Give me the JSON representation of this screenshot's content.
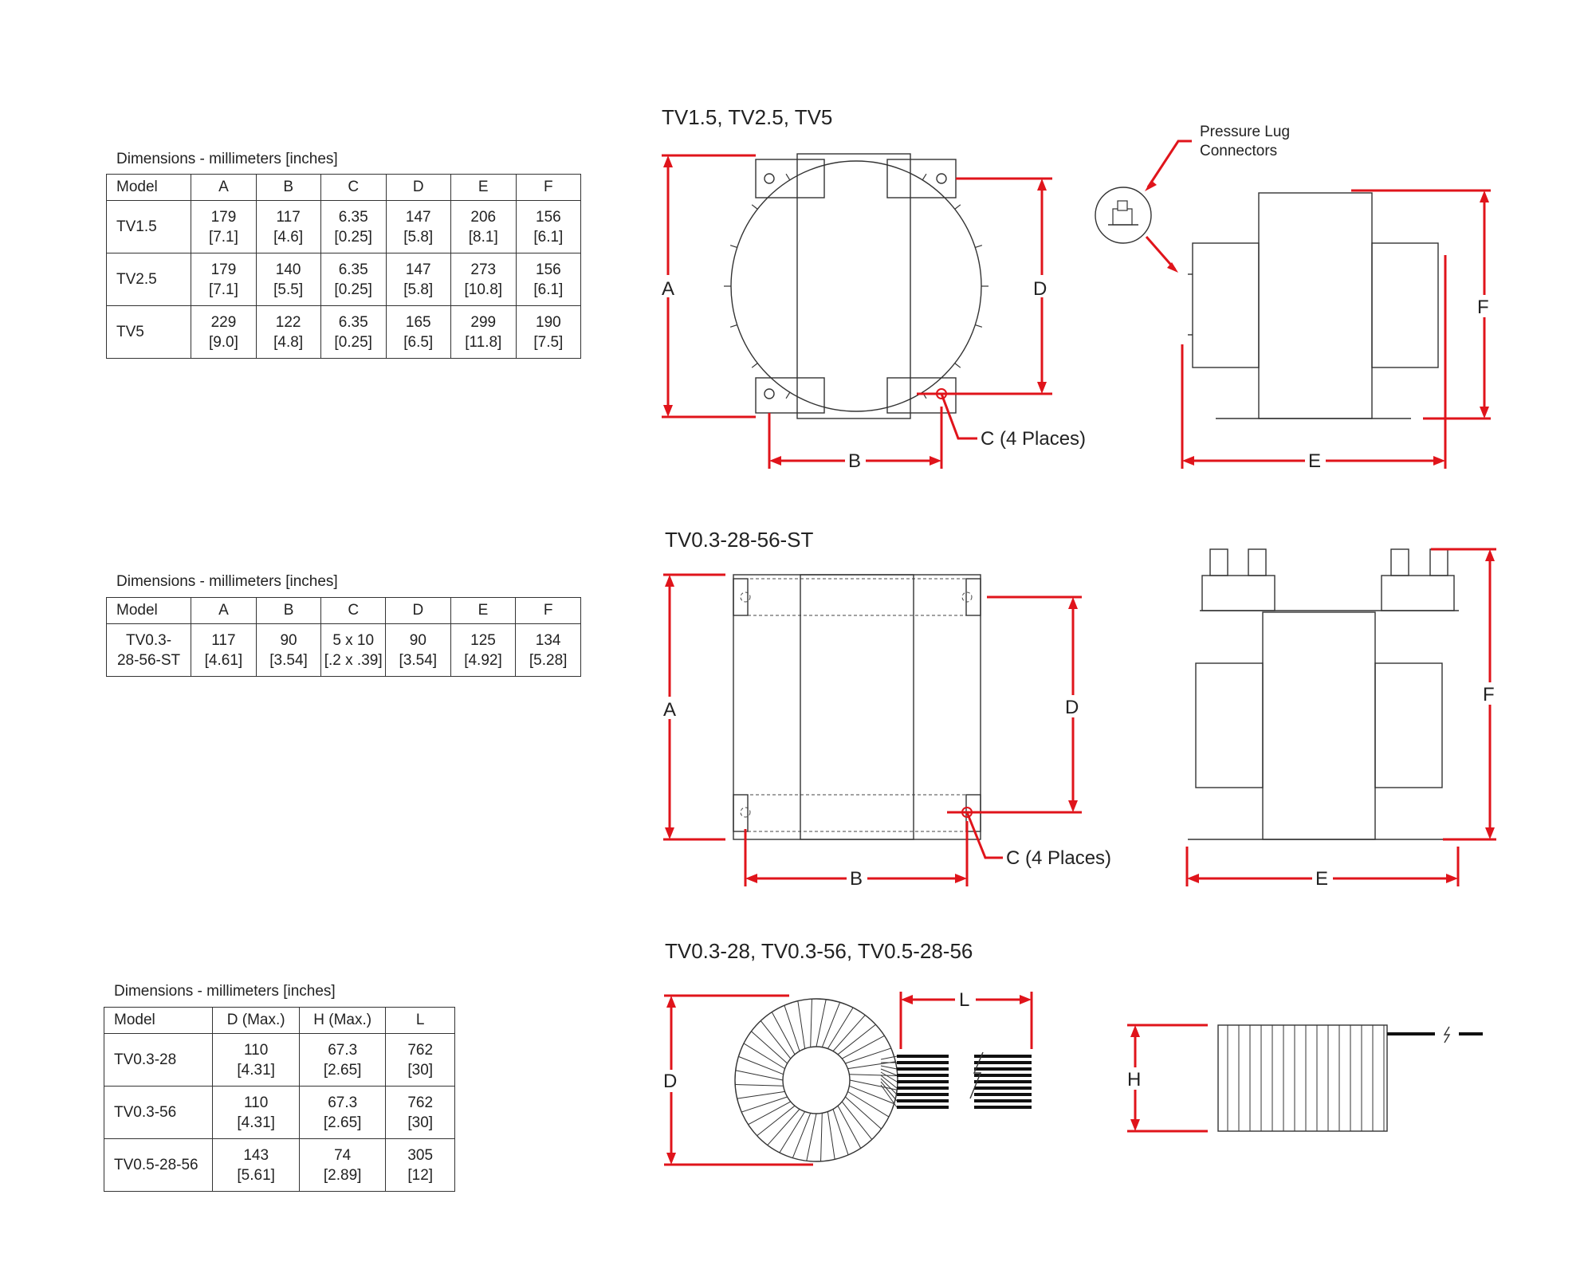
{
  "table1": {
    "caption": "Dimensions - millimeters [inches]",
    "headers": [
      "Model",
      "A",
      "B",
      "C",
      "D",
      "E",
      "F"
    ],
    "rows": [
      {
        "model": "TV1.5",
        "A": [
          "179",
          "[7.1]"
        ],
        "B": [
          "117",
          "[4.6]"
        ],
        "C": [
          "6.35",
          "[0.25]"
        ],
        "D": [
          "147",
          "[5.8]"
        ],
        "E": [
          "206",
          "[8.1]"
        ],
        "F": [
          "156",
          "[6.1]"
        ]
      },
      {
        "model": "TV2.5",
        "A": [
          "179",
          "[7.1]"
        ],
        "B": [
          "140",
          "[5.5]"
        ],
        "C": [
          "6.35",
          "[0.25]"
        ],
        "D": [
          "147",
          "[5.8]"
        ],
        "E": [
          "273",
          "[10.8]"
        ],
        "F": [
          "156",
          "[6.1]"
        ]
      },
      {
        "model": "TV5",
        "A": [
          "229",
          "[9.0]"
        ],
        "B": [
          "122",
          "[4.8]"
        ],
        "C": [
          "6.35",
          "[0.25]"
        ],
        "D": [
          "165",
          "[6.5]"
        ],
        "E": [
          "299",
          "[11.8]"
        ],
        "F": [
          "190",
          "[7.5]"
        ]
      }
    ]
  },
  "table2": {
    "caption": "Dimensions - millimeters [inches]",
    "headers": [
      "Model",
      "A",
      "B",
      "C",
      "D",
      "E",
      "F"
    ],
    "rows": [
      {
        "model": [
          "TV0.3-",
          "28-56-ST"
        ],
        "A": [
          "117",
          "[4.61]"
        ],
        "B": [
          "90",
          "[3.54]"
        ],
        "C": [
          "5 x 10",
          "[.2 x .39]"
        ],
        "D": [
          "90",
          "[3.54]"
        ],
        "E": [
          "125",
          "[4.92]"
        ],
        "F": [
          "134",
          "[5.28]"
        ]
      }
    ]
  },
  "table3": {
    "caption": "Dimensions - millimeters [inches]",
    "headers": [
      "Model",
      "D (Max.)",
      "H (Max.)",
      "L"
    ],
    "rows": [
      {
        "model": "TV0.3-28",
        "D": [
          "110",
          "[4.31]"
        ],
        "H": [
          "67.3",
          "[2.65]"
        ],
        "L": [
          "762",
          "[30]"
        ]
      },
      {
        "model": "TV0.3-56",
        "D": [
          "110",
          "[4.31]"
        ],
        "H": [
          "67.3",
          "[2.65]"
        ],
        "L": [
          "762",
          "[30]"
        ]
      },
      {
        "model": "TV0.5-28-56",
        "D": [
          "143",
          "[5.61]"
        ],
        "H": [
          "74",
          "[2.89]"
        ],
        "L": [
          "305",
          "[12]"
        ]
      }
    ]
  },
  "diagram1": {
    "title": "TV1.5, TV2.5, TV5",
    "label_a": "A",
    "label_b": "B",
    "label_d": "D",
    "label_e": "E",
    "label_f": "F",
    "label_c": "C (4 Places)",
    "callout_line1": "Pressure Lug",
    "callout_line2": "Connectors"
  },
  "diagram2": {
    "title": "TV0.3-28-56-ST",
    "label_a": "A",
    "label_b": "B",
    "label_d": "D",
    "label_e": "E",
    "label_f": "F",
    "label_c": "C (4 Places)"
  },
  "diagram3": {
    "title": "TV0.3-28, TV0.3-56, TV0.5-28-56",
    "label_d": "D",
    "label_l": "L",
    "label_h": "H"
  },
  "colors": {
    "dimension_red": "#e0141b",
    "line": "#333333"
  }
}
